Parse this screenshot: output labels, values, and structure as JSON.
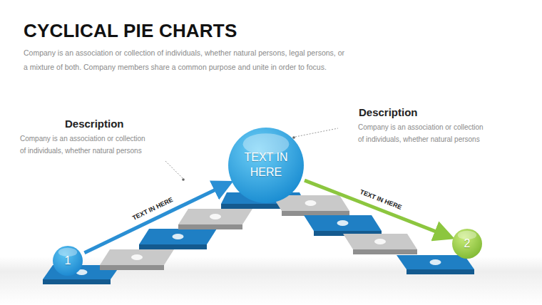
{
  "diagram": {
    "title": "CYCLICAL PIE CHARTS",
    "caption": "Company is an association or collection of individuals, whether natural persons, legal persons, or a mixture of both. Company members share a common purpose and unite in order to focus.",
    "nodes": [
      {
        "text": [
          "1"
        ]
      },
      {
        "text": [
          "TEXT IN HERE"
        ]
      },
      {
        "text": [
          "2"
        ]
      }
    ],
    "edges": [
      {
        "from": 0,
        "to": 1,
        "arrow": "to",
        "label": "TEXT IN HERE"
      },
      {
        "from": 1,
        "to": 2,
        "arrow": "to",
        "label": "TEXT IN HERE"
      }
    ],
    "labels": [
      "Description",
      "Company is an association or collection of individuals, whether natural persons",
      "Description",
      "Company is an association or collection of individuals, whether natural persons"
    ]
  }
}
